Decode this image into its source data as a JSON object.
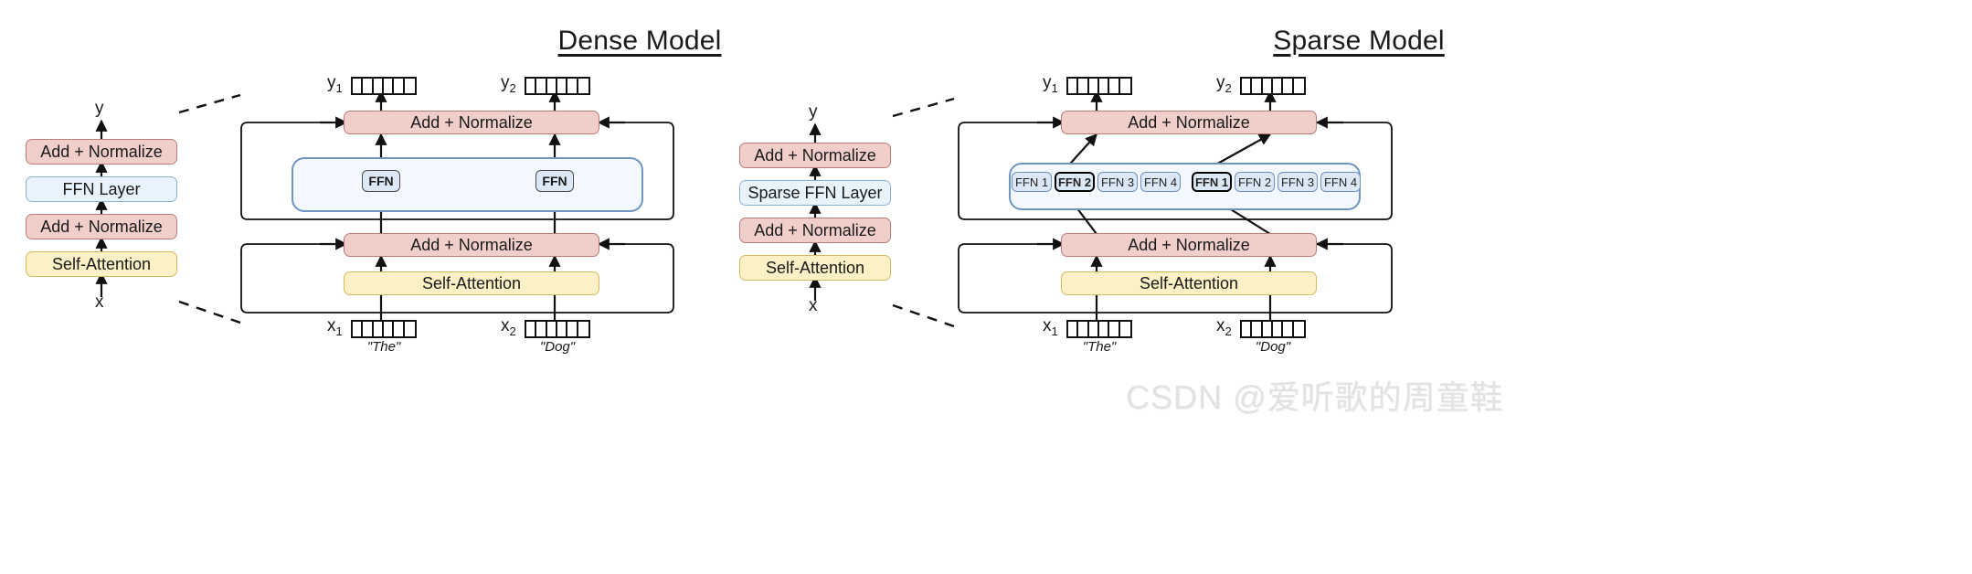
{
  "figure": {
    "watermark": "CSDN @爱听歌的周童鞋"
  },
  "panels": [
    {
      "id": "dense",
      "title": "Dense Model",
      "overview": {
        "output_label": "y",
        "input_label": "x",
        "stack": [
          {
            "name": "add-normalize-top",
            "label": "Add + Normalize",
            "style": "addnorm"
          },
          {
            "name": "ffn-layer",
            "label": "FFN Layer",
            "style": "ffnlayer"
          },
          {
            "name": "add-normalize-bottom",
            "label": "Add + Normalize",
            "style": "addnorm"
          },
          {
            "name": "self-attention",
            "label": "Self-Attention",
            "style": "attn"
          }
        ]
      },
      "detail": {
        "add_normalize_top_label": "Add + Normalize",
        "add_normalize_bottom_label": "Add + Normalize",
        "self_attention_label": "Self-Attention",
        "ffn_block_label": "FFN",
        "outputs": [
          {
            "symbol": "y",
            "index": "1",
            "cells": 6
          },
          {
            "symbol": "y",
            "index": "2",
            "cells": 6
          }
        ],
        "inputs": [
          {
            "symbol": "x",
            "index": "1",
            "cells": 6,
            "token": "\"The\""
          },
          {
            "symbol": "x",
            "index": "2",
            "cells": 6,
            "token": "\"Dog\""
          }
        ],
        "experts_per_token": []
      }
    },
    {
      "id": "sparse",
      "title": "Sparse Model",
      "overview": {
        "output_label": "y",
        "input_label": "x",
        "stack": [
          {
            "name": "add-normalize-top",
            "label": "Add + Normalize",
            "style": "addnorm"
          },
          {
            "name": "sparse-ffn-layer",
            "label": "Sparse FFN Layer",
            "style": "ffnlayer"
          },
          {
            "name": "add-normalize-bottom",
            "label": "Add + Normalize",
            "style": "addnorm"
          },
          {
            "name": "self-attention",
            "label": "Self-Attention",
            "style": "attn"
          }
        ]
      },
      "detail": {
        "add_normalize_top_label": "Add + Normalize",
        "add_normalize_bottom_label": "Add + Normalize",
        "self_attention_label": "Self-Attention",
        "outputs": [
          {
            "symbol": "y",
            "index": "1",
            "cells": 6
          },
          {
            "symbol": "y",
            "index": "2",
            "cells": 6
          }
        ],
        "inputs": [
          {
            "symbol": "x",
            "index": "1",
            "cells": 6,
            "token": "\"The\""
          },
          {
            "symbol": "x",
            "index": "2",
            "cells": 6,
            "token": "\"Dog\""
          }
        ],
        "experts_per_token": [
          {
            "token": "x1",
            "experts": [
              "FFN 1",
              "FFN 2",
              "FFN 3",
              "FFN 4"
            ],
            "selected_index": 1
          },
          {
            "token": "x2",
            "experts": [
              "FFN 1",
              "FFN 2",
              "FFN 3",
              "FFN 4"
            ],
            "selected_index": 0
          }
        ]
      }
    }
  ],
  "colors": {
    "add_normalize_fill": "#f0cfcb",
    "add_normalize_stroke": "#b87d76",
    "self_attention_fill": "#fbf0c6",
    "self_attention_stroke": "#d5b860",
    "ffn_layer_fill": "#e9f3fc",
    "ffn_layer_stroke": "#8ab0d4",
    "ffn_region_fill": "#f2f8fd",
    "ffn_region_stroke": "#7094c4",
    "expert_fill": "#dde8f7",
    "expert_stroke": "#6f8fc0",
    "selected_expert_stroke": "#000000",
    "line": "#111111",
    "watermark": "#e2e2e2"
  }
}
